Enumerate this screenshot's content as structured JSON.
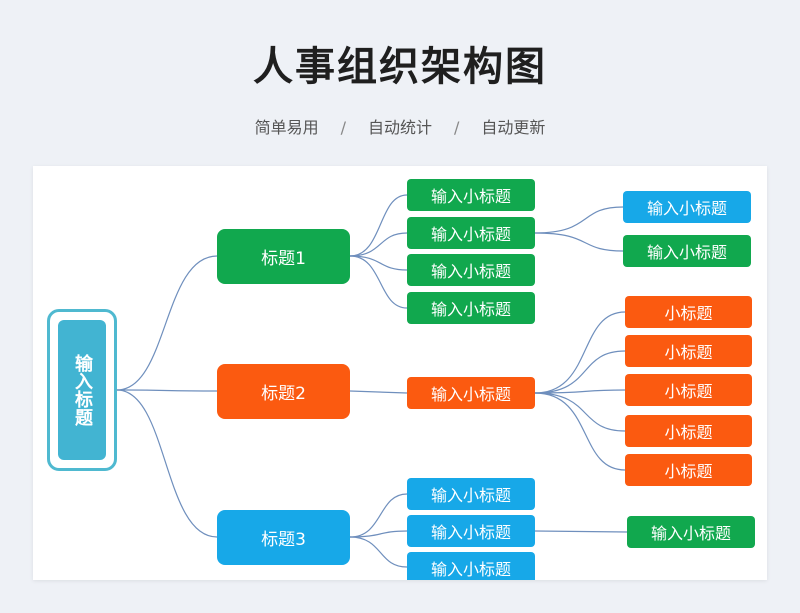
{
  "header": {
    "title": "人事组织架构图",
    "sub1": "简单易用",
    "sep1": "/",
    "sub2": "自动统计",
    "sep2": "/",
    "sub3": "自动更新"
  },
  "colors": {
    "green": "#11a84e",
    "orange": "#fb5a10",
    "blue": "#17a8e8",
    "root": "#42b4d2",
    "line": "#6f8fbd"
  },
  "root": {
    "label": "输入标题"
  },
  "branch1": {
    "label": "标题1",
    "c1": "输入小标题",
    "c2": "输入小标题",
    "c3": "输入小标题",
    "c4": "输入小标题",
    "c2_g1": "输入小标题",
    "c2_g2": "输入小标题"
  },
  "branch2": {
    "label": "标题2",
    "c1": "输入小标题",
    "c1_g1": "小标题",
    "c1_g2": "小标题",
    "c1_g3": "小标题",
    "c1_g4": "小标题",
    "c1_g5": "小标题"
  },
  "branch3": {
    "label": "标题3",
    "c1": "输入小标题",
    "c2": "输入小标题",
    "c3": "输入小标题",
    "c2_g1": "输入小标题"
  }
}
